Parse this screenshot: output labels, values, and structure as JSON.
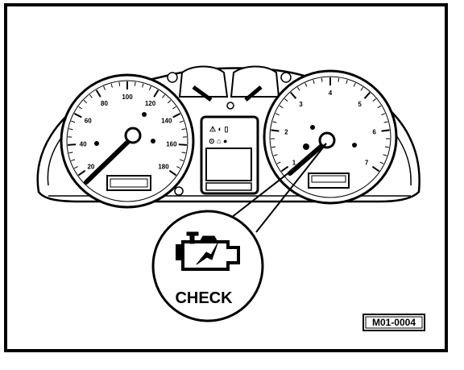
{
  "figure": {
    "reference_code": "M01-0004",
    "callout_label": "CHECK",
    "callout_icon": "engine-warning-icon",
    "colors": {
      "ink": "#000000",
      "paper": "#ffffff"
    },
    "speedometer_ticks": [
      "20",
      "40",
      "60",
      "80",
      "100",
      "120",
      "140",
      "160",
      "180"
    ],
    "tachometer_ticks": [
      "1",
      "2",
      "3",
      "4",
      "5",
      "6",
      "7"
    ]
  }
}
